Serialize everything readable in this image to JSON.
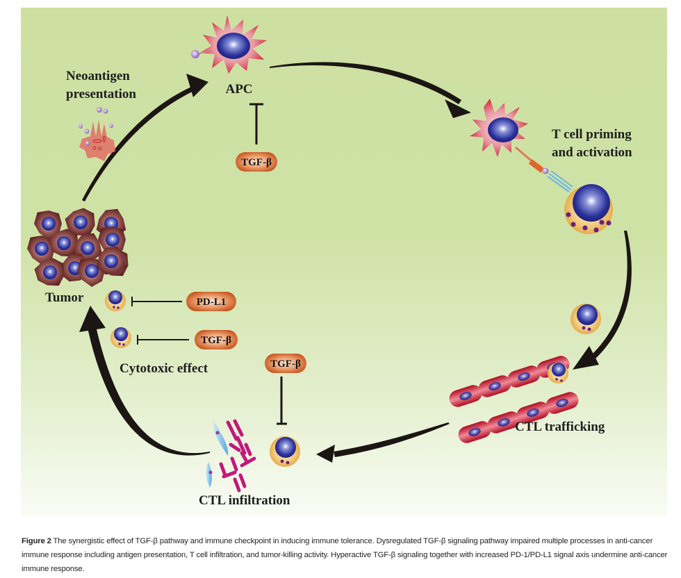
{
  "figure": {
    "labels": {
      "apc": "APC",
      "neoantigen_line1": "Neoantigen",
      "neoantigen_line2": "presentation",
      "tcell_line1": "T cell priming",
      "tcell_line2": "and activation",
      "tumor": "Tumor",
      "cytotoxic": "Cytotoxic effect",
      "ctl_trafficking": "CTL trafficking",
      "ctl_infiltration": "CTL infiltration"
    },
    "inhibitors": {
      "apc_inhibitor": "TGF-β",
      "pdl1": "PD-L1",
      "cytotoxic_inhibitor": "TGF-β",
      "infiltration_inhibitor": "TGF-β"
    },
    "colors": {
      "background_top": "#cde0a2",
      "background_bottom": "#fafcf5",
      "arrow": "#1b1513",
      "pill": "#c8541c",
      "nucleus": "#2a2f8e",
      "apc_body": "#d21b30",
      "tumor_cell": "#6a2a28",
      "tcell_body": "#e9b34c",
      "granule": "#6a1f7c",
      "vessel": "#c8102e",
      "ecm_fiber": "#c2187a",
      "fibroblast": "#6fb4e0"
    }
  },
  "caption": {
    "label": "Figure 2",
    "text": " The synergistic effect of TGF-β pathway and immune checkpoint in inducing immune tolerance. Dysregulated TGF-β signaling pathway impaired multiple processes in anti-cancer immune response including antigen presentation, T cell infiltration, and tumor-killing activity. Hyperactive TGF-β signaling together with increased PD-1/PD-L1 signal axis undermine anti-cancer immune response."
  }
}
